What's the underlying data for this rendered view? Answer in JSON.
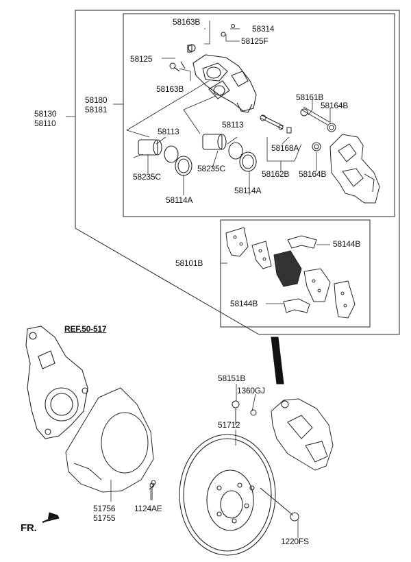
{
  "labels": {
    "l58163B_top": "58163B",
    "l58314": "58314",
    "l58125F": "58125F",
    "l58125": "58125",
    "l58163B_bot": "58163B",
    "l58180": "58180",
    "l58181": "58181",
    "l58130": "58130",
    "l58110": "58110",
    "l58161B": "58161B",
    "l58164B_top": "58164B",
    "l58113_a": "58113",
    "l58113_b": "58113",
    "l58168A": "58168A",
    "l58235C_a": "58235C",
    "l58235C_b": "58235C",
    "l58162B": "58162B",
    "l58164B_bot": "58164B",
    "l58114A_a": "58114A",
    "l58114A_b": "58114A",
    "l58144B_top": "58144B",
    "l58101B": "58101B",
    "l58144B_bot": "58144B",
    "ref": "REF.50-517",
    "l58151B": "58151B",
    "l1360GJ": "1360GJ",
    "l51712": "51712",
    "l51756": "51756",
    "l51755": "51755",
    "l1124AE": "1124AE",
    "l1220FS": "1220FS",
    "fr": "FR."
  }
}
